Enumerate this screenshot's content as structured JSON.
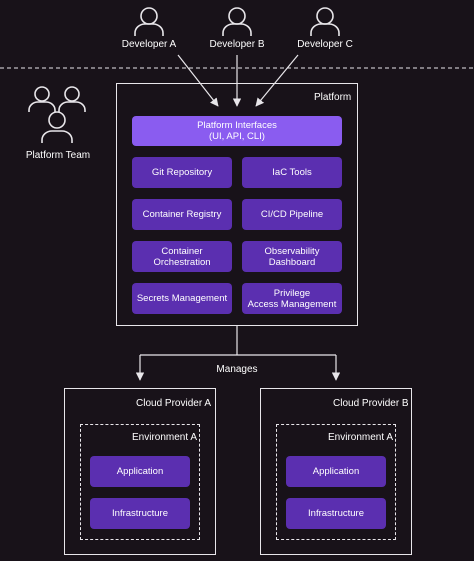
{
  "developers": [
    "Developer A",
    "Developer B",
    "Developer C"
  ],
  "platform_team": "Platform Team",
  "platform": {
    "title": "Platform",
    "interfaces": {
      "line1": "Platform Interfaces",
      "line2": "(UI, API, CLI)"
    },
    "tools": [
      {
        "line1": "Git Repository",
        "line2": ""
      },
      {
        "line1": "IaC Tools",
        "line2": ""
      },
      {
        "line1": "Container Registry",
        "line2": ""
      },
      {
        "line1": "CI/CD Pipeline",
        "line2": ""
      },
      {
        "line1": "Container",
        "line2": "Orchestration"
      },
      {
        "line1": "Observability",
        "line2": "Dashboard"
      },
      {
        "line1": "Secrets Management",
        "line2": ""
      },
      {
        "line1": "Privilege",
        "line2": "Access Management"
      }
    ]
  },
  "manages": "Manages",
  "clouds": [
    {
      "title": "Cloud Provider A",
      "environment": "Environment A",
      "app": "Application",
      "infra": "Infrastructure"
    },
    {
      "title": "Cloud Provider B",
      "environment": "Environment A",
      "app": "Application",
      "infra": "Infrastructure"
    }
  ],
  "icons": {
    "person": "person-icon",
    "group": "people-group-icon"
  },
  "colors": {
    "background": "#181219",
    "tile": "#5b2fb0",
    "interfaces": "#8a5cf0",
    "line": "#e8e6ea"
  }
}
